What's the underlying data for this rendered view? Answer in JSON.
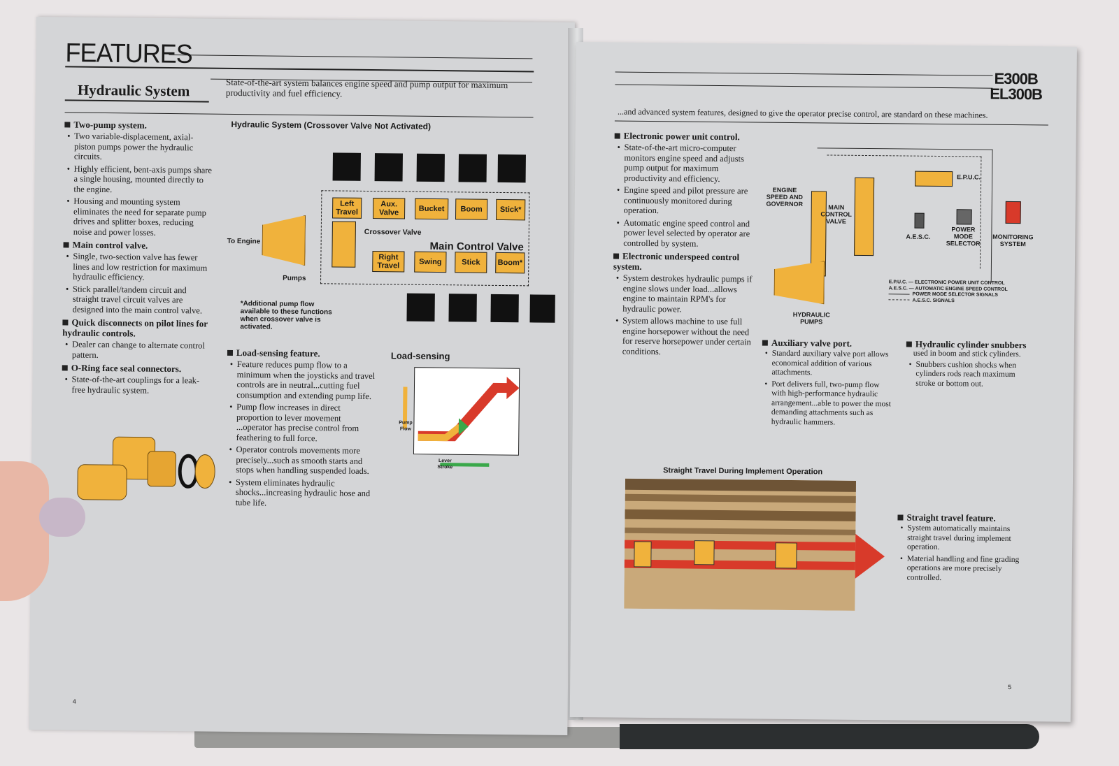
{
  "left": {
    "title": "FEATURES",
    "section_title": "Hydraulic System",
    "intro": "State-of-the-art system balances engine speed and pump output for maximum productivity and fuel efficiency.",
    "col1": [
      {
        "head": "Two-pump system.",
        "items": [
          "Two variable-displacement, axial-piston pumps power the hydraulic circuits.",
          "Highly efficient, bent-axis pumps share a single housing, mounted directly to the engine.",
          "Housing and mounting system eliminates the need for separate pump drives and splitter boxes, reducing noise and power losses."
        ]
      },
      {
        "head": "Main control valve.",
        "items": [
          "Single, two-section valve has fewer lines and low restriction for maximum hydraulic efficiency.",
          "Stick parallel/tandem circuit and straight travel circuit valves are designed into the main control valve."
        ]
      },
      {
        "head": "Quick disconnects on pilot lines for hydraulic controls.",
        "items": [
          "Dealer can change to alternate control pattern."
        ]
      },
      {
        "head": "O-Ring face seal connectors.",
        "items": [
          "State-of-the-art couplings for a leak-free hydraulic system."
        ]
      }
    ],
    "diagram_title": "Hydraulic System (Crossover Valve Not Activated)",
    "diagram": {
      "top_valves": [
        "Left Travel",
        "Aux. Valve",
        "Bucket",
        "Boom",
        "Stick*"
      ],
      "bottom_valves": [
        "Right Travel",
        "Swing",
        "Stick",
        "Boom*"
      ],
      "crossover_label": "Crossover Valve",
      "main_label": "Main Control Valve",
      "to_engine": "To Engine",
      "pumps": "Pumps",
      "footnote": "*Additional pump flow available to these functions when crossover valve is activated."
    },
    "load_sensing": {
      "head": "Load-sensing feature.",
      "items": [
        "Feature reduces pump flow to a minimum when the joysticks and travel controls are in neutral...cutting fuel consumption and extending pump life.",
        "Pump flow increases in direct proportion to lever movement ...operator has precise control from feathering to full force.",
        "Operator controls movements more precisely...such as smooth starts and stops when handling suspended loads.",
        "System eliminates hydraulic shocks...increasing hydraulic hose and tube life."
      ]
    },
    "ls_diagram": {
      "title": "Load-sensing",
      "y_label": "Pump Flow",
      "x_label": "Lever Stroke"
    },
    "page_number": "4"
  },
  "right": {
    "model1": "E300B",
    "model2": "EL300B",
    "intro": "...and advanced system features, designed to give the operator precise control, are standard on these machines.",
    "col1": [
      {
        "head": "Electronic power unit control.",
        "items": [
          "State-of-the-art micro-computer monitors engine speed and adjusts pump output for maximum productivity and efficiency.",
          "Engine speed and pilot pressure are continuously monitored during operation.",
          "Automatic engine speed control and power level selected by operator are controlled by system."
        ]
      },
      {
        "head": "Electronic underspeed control system.",
        "items": [
          "System destrokes hydraulic pumps if engine slows under load...allows engine to maintain RPM's for hydraulic power.",
          "System allows machine to use full engine horsepower without the need for reserve horsepower under certain conditions."
        ]
      }
    ],
    "aux": {
      "head": "Auxiliary valve port.",
      "items": [
        "Standard auxiliary valve port allows economical addition of various attachments.",
        "Port delivers full, two-pump flow with high-performance hydraulic arrangement...able to power the most demanding attachments such as hydraulic hammers."
      ]
    },
    "snubbers": {
      "head": "Hydraulic cylinder snubbers",
      "lead": "used in boom and stick cylinders.",
      "items": [
        "Snubbers cushion shocks when cylinders rods reach maximum stroke or bottom out."
      ]
    },
    "epuc_diagram": {
      "engine": "ENGINE SPEED AND GOVERNOR",
      "mcv": "MAIN CONTROL VALVE",
      "epuc": "E.P.U.C.",
      "aesc": "A.E.S.C.",
      "pms": "POWER MODE SELECTOR",
      "mon": "MONITORING SYSTEM",
      "pumps": "HYDRAULIC PUMPS",
      "legend": [
        "E.P.U.C. — ELECTRONIC POWER UNIT CONTROL",
        "A.E.S.C. — AUTOMATIC ENGINE SPEED CONTROL",
        "POWER MODE SELECTOR SIGNALS",
        "A.E.S.C. SIGNALS"
      ]
    },
    "travel_title": "Straight Travel During Implement Operation",
    "travel": {
      "head": "Straight travel feature.",
      "items": [
        "System automatically maintains straight travel during implement operation.",
        "Material handling and fine grading operations are more precisely controlled."
      ]
    },
    "page_number": "5"
  },
  "colors": {
    "orange": "#f0b23c",
    "red": "#d83a2a",
    "page": "#d4d5d7"
  }
}
